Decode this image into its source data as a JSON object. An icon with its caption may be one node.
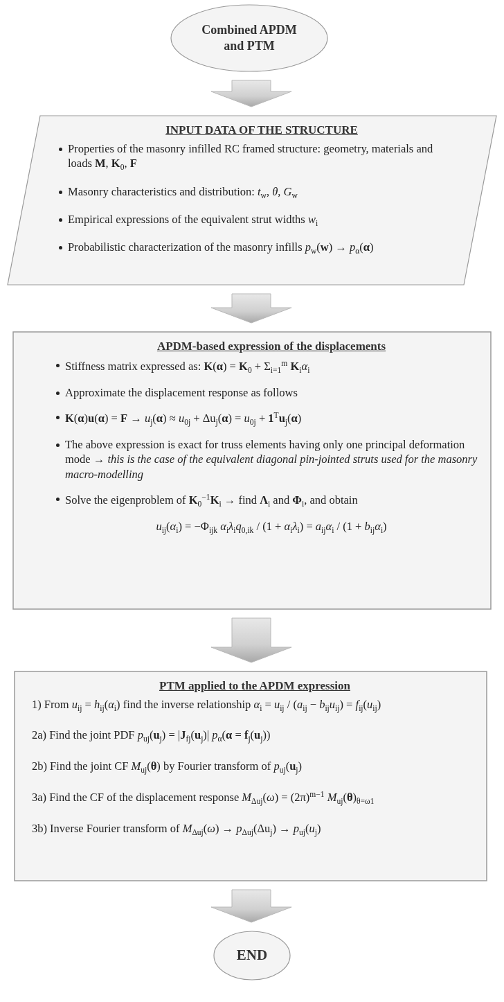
{
  "diagram": {
    "nodes": [
      {
        "text": [
          "Combined APDM and PTM"
        ]
      },
      {
        "text": [
          "INPUT DATA OF THE STRUCTURE",
          "Properties of the masonry infilled RC framed structure: geometry, materials and loads **M**, **K**$_{0}$, **F**",
          "Masonry characteristics and distribution: *t*$_{w}$, *θ*, *G*$_{w}$",
          "Empirical expressions of the equivalent strut widths *w*$_{i}$",
          "Probabilistic characterization of the masonry infills *p*$_{w}$(**w**) → *p*$_{α}$(**α**)"
        ]
      },
      {
        "text": [
          "APDM-based expression of the displacements",
          "Stiffness matrix expressed as: **K**(**α**) = **K**$_{0}$ + Σ$_{i=1}$$^{m}$ **K**$_{i}$*α*$_{i}$",
          "Approximate the displacement response as follows",
          "**K**(**α**)**u**(**α**) = **F** → *u*$_{j}$(**α**) ≈ *u*$_{0j}$ + Δu$_{j}$(**α**) = *u*$_{0j}$ + **1**$^{T}$**u**$_{j}$(**α**)",
          "The above expression is exact for truss elements having only one principal deformation mode → *this is the case of the equivalent diagonal pin-jointed struts used for the masonry macro-modelling*",
          "Solve the eigenproblem of **K**$_{0}$$^{−1}$**K**$_{i}$ → find **Λ**$_{i}$ and **Φ**$_{i}$, and obtain",
          "*u*$_{ij}$(*α*$_{i}$) = −Φ$_{ijk}$ *α*$_{i}$*λ*$_{i}$*q*$_{0,ik}$ / (1 + *α*$_{i}$*λ*$_{i}$) = *a*$_{ij}$*α*$_{i}$ / (1 + *b*$_{ij}$*α*$_{i}$)"
        ]
      },
      {
        "text": [
          "PTM applied to the APDM expression",
          "1) From *u*$_{ij}$ = *h*$_{ij}$(*α*$_{i}$) find the inverse relationship *α*$_{i}$ = *u*$_{ij}$ / (*a*$_{ij}$ − *b*$_{ij}$*u*$_{ij}$) = *f*$_{ij}$(*u*$_{ij}$)",
          "2a) Find the joint PDF *p*$_{uj}$(**u**$_{j}$) = |**J**$_{fj}$(**u**$_{j}$)| *p*$_{α}$(**α** = **f**$_{j}$(**u**$_{j}$))",
          "2b) Find the joint CF *M*$_{uj}$(**θ**) by Fourier transform of *p*$_{uj}$(**u**$_{j}$)",
          "3a) Find the CF of the displacement response *M*$_{Δuj}$(*ω*) = (2π)$^{m−1}$ *M*$_{uj}$(**θ**)$_{θ=ω1}$",
          "3b) Inverse Fourier transform of *M*$_{Δuj}$(*ω*) → *p*$_{Δuj}$(Δu$_{j}$) → *p*$_{uj}$(*u*$_{j}$)"
        ]
      },
      {
        "text": [
          "END"
        ]
      }
    ],
    "edges": [
      {
        "from": 0,
        "to": 1,
        "arrow": "to"
      },
      {
        "from": 1,
        "to": 2,
        "arrow": "to"
      },
      {
        "from": 2,
        "to": 3,
        "arrow": "to"
      },
      {
        "from": 3,
        "to": 4,
        "arrow": "to"
      }
    ]
  }
}
